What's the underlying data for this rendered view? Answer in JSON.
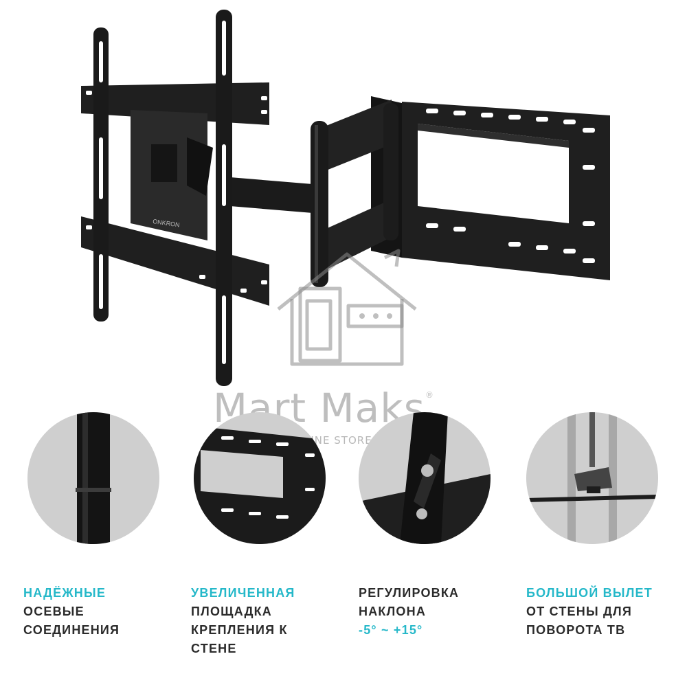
{
  "colors": {
    "accent": "#25b8c9",
    "text": "#2b2b2b",
    "watermark": "#8a8a8a",
    "circle_bg": "#cfcfcf",
    "metal": "#1d1d1d"
  },
  "product": {
    "brand_plate": "ONKRON"
  },
  "watermark": {
    "name": "Mart Maks",
    "registered": "®",
    "subtitle": "ONLINE STORE",
    "icon": "house-with-appliances-icon"
  },
  "features": [
    {
      "icon": "pivot-joint-icon",
      "lines": [
        {
          "text": "НАДЁЖНЫЕ",
          "accent": true
        },
        {
          "text": "ОСЕВЫЕ",
          "accent": false
        },
        {
          "text": "СОЕДИНЕНИЯ",
          "accent": false
        }
      ]
    },
    {
      "icon": "mounting-plate-icon",
      "lines": [
        {
          "text": "УВЕЛИЧЕННАЯ",
          "accent": true
        },
        {
          "text": "ПЛОЩАДКА",
          "accent": false
        },
        {
          "text": "КРЕПЛЕНИЯ К",
          "accent": false
        },
        {
          "text": "СТЕНЕ",
          "accent": false
        }
      ]
    },
    {
      "icon": "tilt-knob-icon",
      "lines": [
        {
          "text": "РЕГУЛИРОВКА",
          "accent": false
        },
        {
          "text": "НАКЛОНА",
          "accent": false
        },
        {
          "text": "-5° ~ +15°",
          "accent": true
        }
      ]
    },
    {
      "icon": "extension-arm-icon",
      "lines": [
        {
          "text": "БОЛЬШОЙ ВЫЛЕТ",
          "accent": true
        },
        {
          "text": "ОТ СТЕНЫ ДЛЯ",
          "accent": false
        },
        {
          "text": "ПОВОРОТА ТВ",
          "accent": false
        }
      ]
    }
  ]
}
